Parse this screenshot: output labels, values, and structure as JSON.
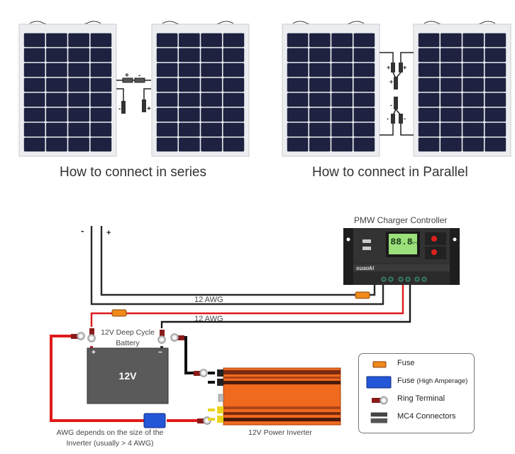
{
  "solar_section": {
    "series": {
      "caption": "How to connect in series",
      "connector_labels": {
        "top_plus": "+",
        "top_minus": "-",
        "left_minus": "-",
        "right_plus": "+"
      }
    },
    "parallel": {
      "caption": "How to connect in Parallel",
      "connector_labels": {
        "plus_left": "+",
        "plus_right": "+",
        "plus_y": "+",
        "minus_y": "-",
        "minus_left": "-",
        "minus_right": "-"
      }
    },
    "panel_grid": {
      "columns": 4,
      "rows": 8
    }
  },
  "wiring_diagram": {
    "panel_terminals": {
      "negative": "-",
      "positive": "+"
    },
    "charger": {
      "title": "PMW Charger Controller",
      "brand": "suaoki",
      "display_reading": "88.8",
      "display_unit": "V°C"
    },
    "wire_labels": [
      "12 AWG",
      "12 AWG"
    ],
    "battery": {
      "label_line1": "12V Deep Cycle",
      "label_line2": "Battery",
      "voltage": "12V",
      "positive": "+",
      "negative": "−"
    },
    "inverter": {
      "label": "12V Power Inverter"
    },
    "awg_note": {
      "line1": "AWG depends on the size of the",
      "line2": "Inverter (usually > 4 AWG)"
    },
    "colors": {
      "wire_red": "#e01a1a",
      "wire_black": "#1a1a1a",
      "fuse_orange": "#f08a1c",
      "fuse_blue": "#2456d8",
      "inverter_orange": "#f06a1e",
      "battery_gray": "#5a5a5a",
      "panel_cell": "#1e2240",
      "charger_body": "#2b2b2b",
      "lcd_green": "#9be07a"
    }
  },
  "legend": {
    "items": [
      {
        "icon": "fuse-icon",
        "label": "Fuse",
        "label_small": ""
      },
      {
        "icon": "high-amperage-fuse-icon",
        "label": "Fuse ",
        "label_small": "(High Amperage)"
      },
      {
        "icon": "ring-terminal-icon",
        "label": "Ring Terminal",
        "label_small": ""
      },
      {
        "icon": "mc4-connector-icon",
        "label": "MC4 Connectors",
        "label_small": ""
      }
    ]
  }
}
